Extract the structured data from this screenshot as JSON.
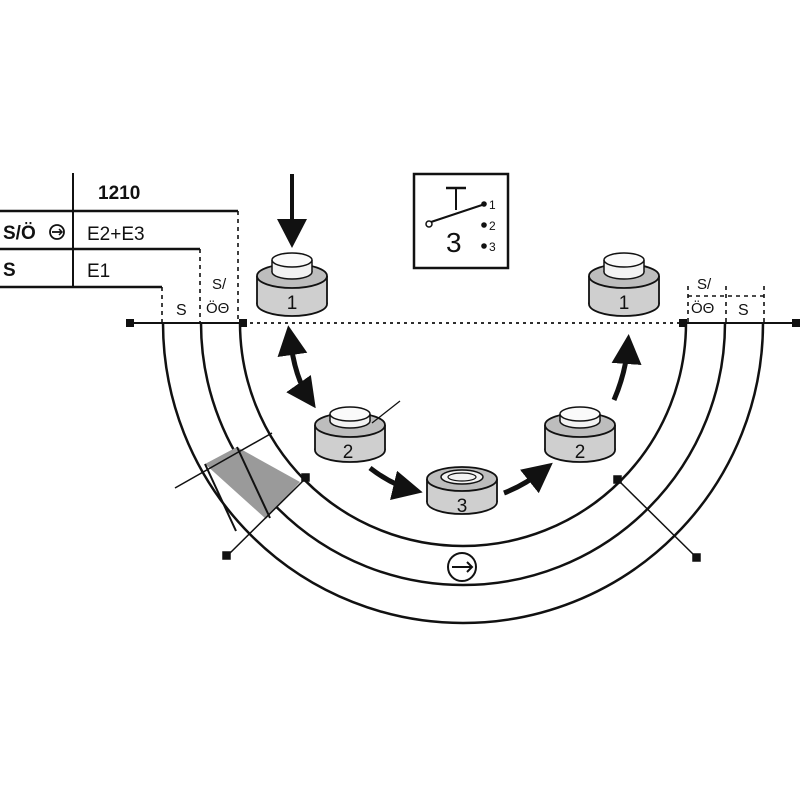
{
  "table": {
    "header": "1210",
    "rows": [
      {
        "label": "S/Ö",
        "value": "E2+E3"
      },
      {
        "label": "S",
        "value": "E1"
      }
    ]
  },
  "labels": {
    "s_left": "S",
    "so_left_top": "S/",
    "so_left_bottom": "ÖΘ",
    "so_right_top": "S/",
    "so_right_bottom": "ÖΘ",
    "s_right": "S"
  },
  "buttons": {
    "button_1_left": "1",
    "button_2_left": "2",
    "button_3": "3",
    "button_2_right": "2",
    "button_1_right": "1"
  },
  "switch_symbol": {
    "big_number": "3",
    "pos_1": "1",
    "pos_2": "2",
    "pos_3": "3"
  },
  "icons": {
    "direction_icon": "circle-arrow-right-icon",
    "press_arrow": "down-arrow-icon",
    "motion_arrows": "curved-arrow-icon"
  },
  "colors": {
    "line": "#111111",
    "button_fill": "#cfcfcf",
    "button_top": "#eeeeee",
    "gray_band": "#9a9a9a"
  }
}
